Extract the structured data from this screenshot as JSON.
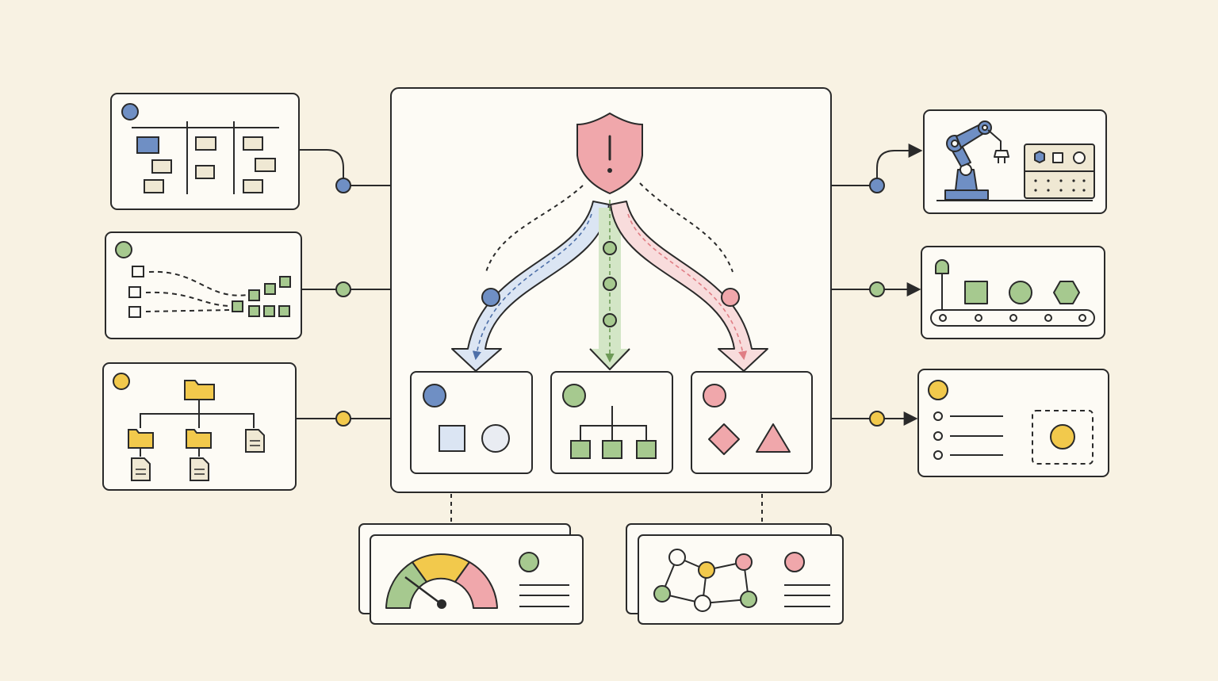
{
  "colors": {
    "background": "#f8f2e3",
    "panel": "#fdfbf5",
    "ink": "#2a2a2a",
    "blue": "#6f8fc4",
    "blue_light": "#dbe5f3",
    "green": "#a6c98f",
    "green_dark": "#6d9a57",
    "yellow": "#f2c94c",
    "pink": "#f0a7ab",
    "pink_light": "#f8dcdc",
    "beige": "#efe8d3"
  },
  "diagram": {
    "center_alert_icon": "shield-alert-icon",
    "left_panels": [
      {
        "id": "kanban-board",
        "accent": "blue",
        "icon": "kanban-board-icon"
      },
      {
        "id": "data-routing",
        "accent": "green",
        "icon": "data-flow-icon"
      },
      {
        "id": "file-tree",
        "accent": "yellow",
        "icon": "folder-tree-icon"
      }
    ],
    "right_panels": [
      {
        "id": "robot-arm",
        "accent": "blue",
        "icon": "robot-arm-icon"
      },
      {
        "id": "conveyor",
        "accent": "green",
        "icon": "conveyor-belt-icon"
      },
      {
        "id": "checklist",
        "accent": "yellow",
        "icon": "checklist-icon"
      }
    ],
    "branches": [
      {
        "id": "shapes",
        "accent": "blue",
        "icon": "shapes-icon"
      },
      {
        "id": "hierarchy",
        "accent": "green",
        "icon": "hierarchy-icon"
      },
      {
        "id": "geometry",
        "accent": "pink",
        "icon": "geometry-icon"
      }
    ],
    "bottom_cards": [
      {
        "id": "gauge",
        "accent": "green",
        "icon": "gauge-icon"
      },
      {
        "id": "network",
        "accent": "pink",
        "icon": "network-graph-icon"
      }
    ]
  }
}
